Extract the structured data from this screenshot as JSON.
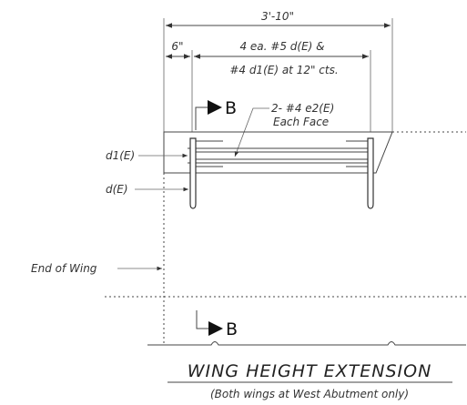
{
  "dimensions": {
    "overall": "3'-10\"",
    "offset": "6\"",
    "bars_line1": "4 ea. #5 d(E) &",
    "bars_line2": "#4 d1(E) at 12\" cts."
  },
  "callouts": {
    "top_bars_line1": "2- #4 e2(E)",
    "top_bars_line2": "Each Face",
    "d1": "d1(E)",
    "d": "d(E)",
    "end_of_wing": "End of Wing"
  },
  "section": {
    "marker": "B"
  },
  "title": {
    "main": "WING HEIGHT EXTENSION",
    "sub": "(Both wings at West Abutment only)"
  }
}
